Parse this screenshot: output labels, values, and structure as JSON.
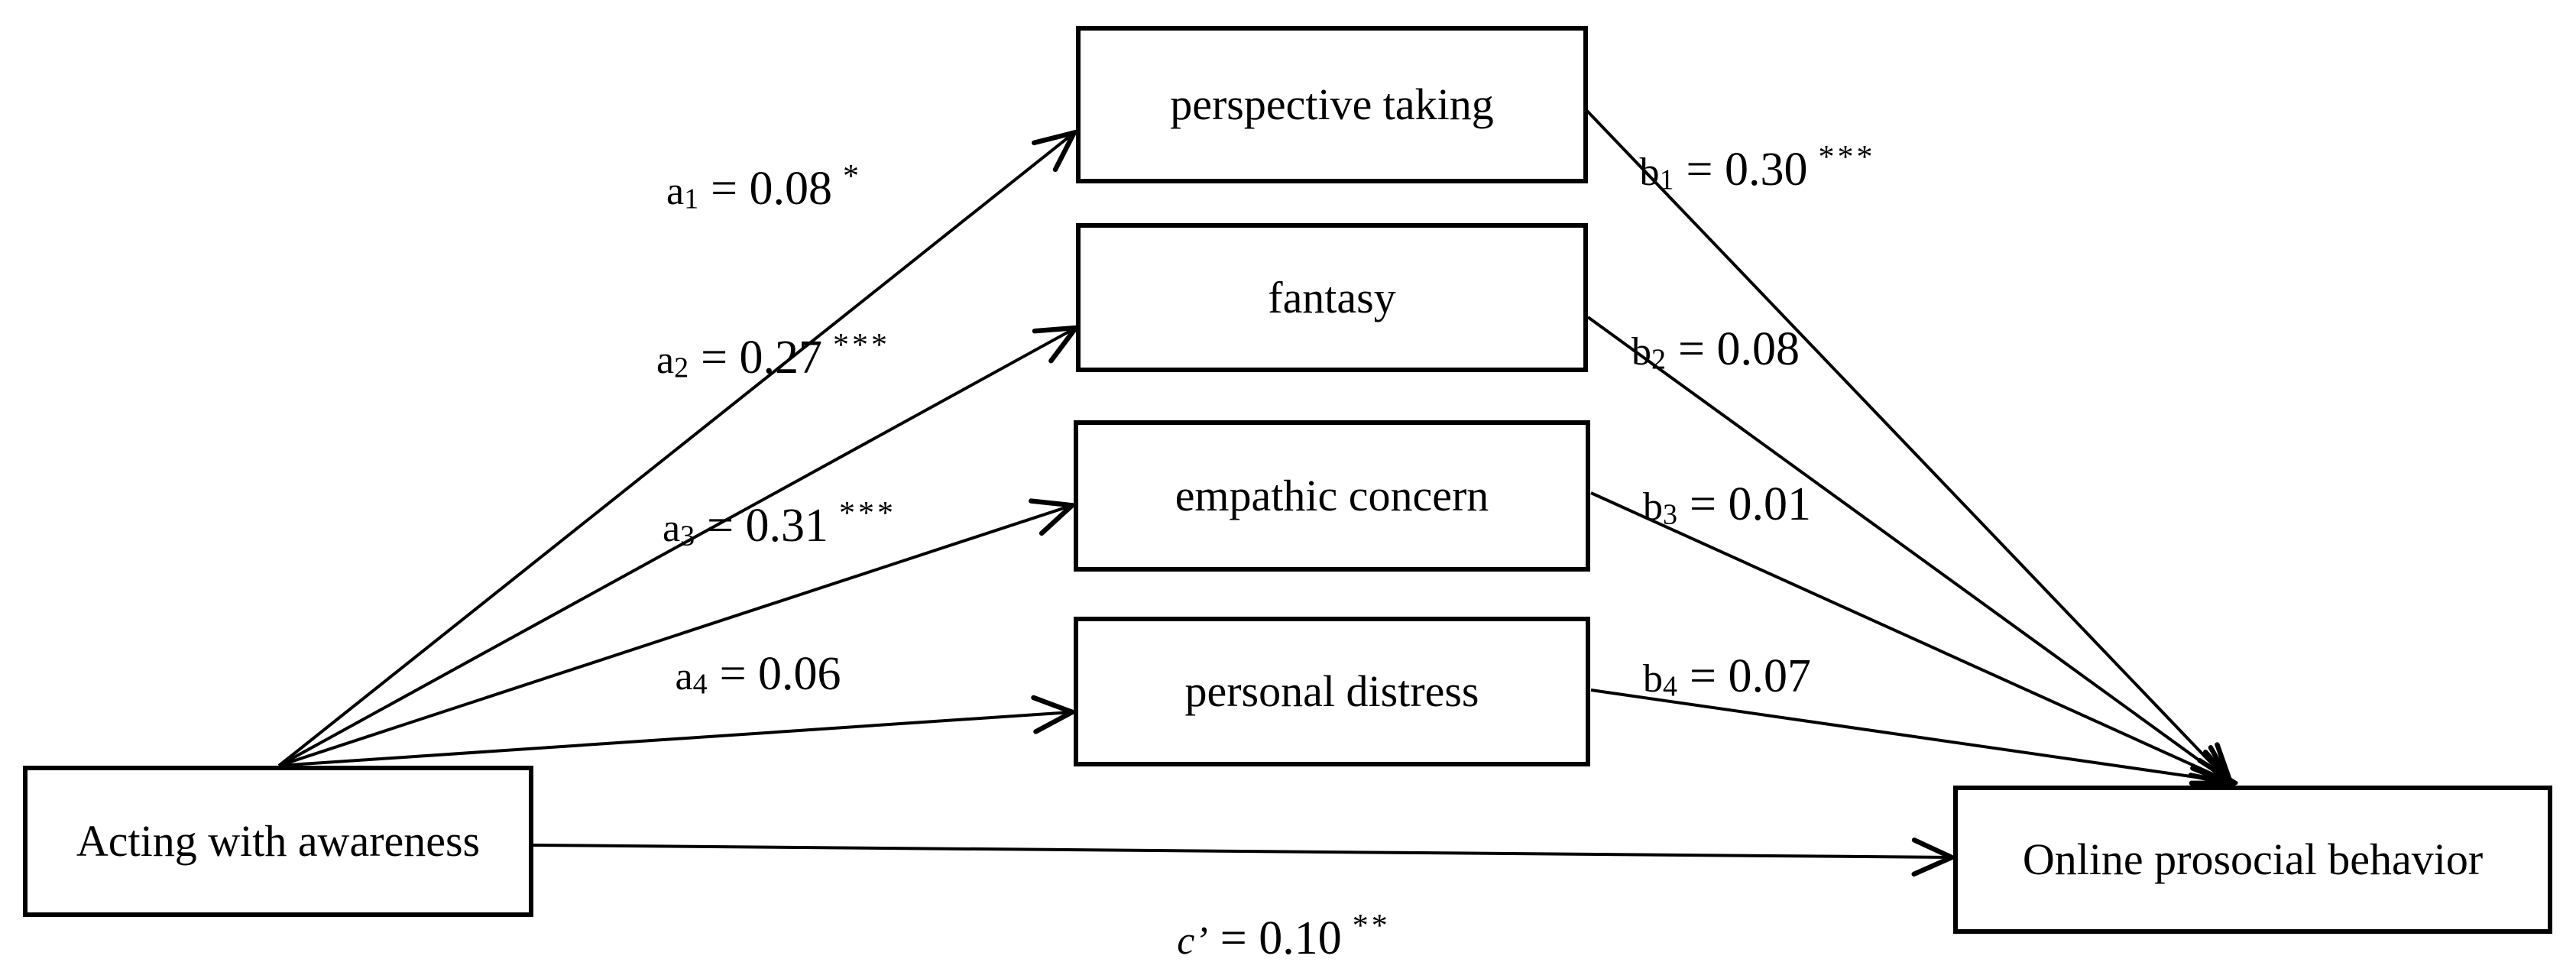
{
  "figure": {
    "background_color": "#ffffff",
    "line_color": "#000000",
    "predictor": {
      "label": "Acting with awareness"
    },
    "outcome": {
      "label": "Online prosocial behavior"
    },
    "mediators": [
      {
        "label": "perspective taking"
      },
      {
        "label": "fantasy"
      },
      {
        "label": "empathic concern"
      },
      {
        "label": "personal distress"
      }
    ],
    "paths": {
      "a1": {
        "var": "a",
        "sub": "1",
        "value": "= 0.08",
        "sig": "*"
      },
      "a2": {
        "var": "a",
        "sub": "2",
        "value": "= 0.27",
        "sig": "***"
      },
      "a3": {
        "var": "a",
        "sub": "3",
        "value": "= 0.31",
        "sig": "***"
      },
      "a4": {
        "var": "a",
        "sub": "4",
        "value": "= 0.06",
        "sig": ""
      },
      "b1": {
        "var": "b",
        "sub": "1",
        "value": "= 0.30",
        "sig": "***"
      },
      "b2": {
        "var": "b",
        "sub": "2",
        "value": "= 0.08",
        "sig": ""
      },
      "b3": {
        "var": "b",
        "sub": "3",
        "value": "= 0.01",
        "sig": ""
      },
      "b4": {
        "var": "b",
        "sub": "4",
        "value": "= 0.07",
        "sig": ""
      },
      "c_prime": {
        "var": "c",
        "prime": "’",
        "value": "= 0.10",
        "sig": "**"
      }
    }
  }
}
